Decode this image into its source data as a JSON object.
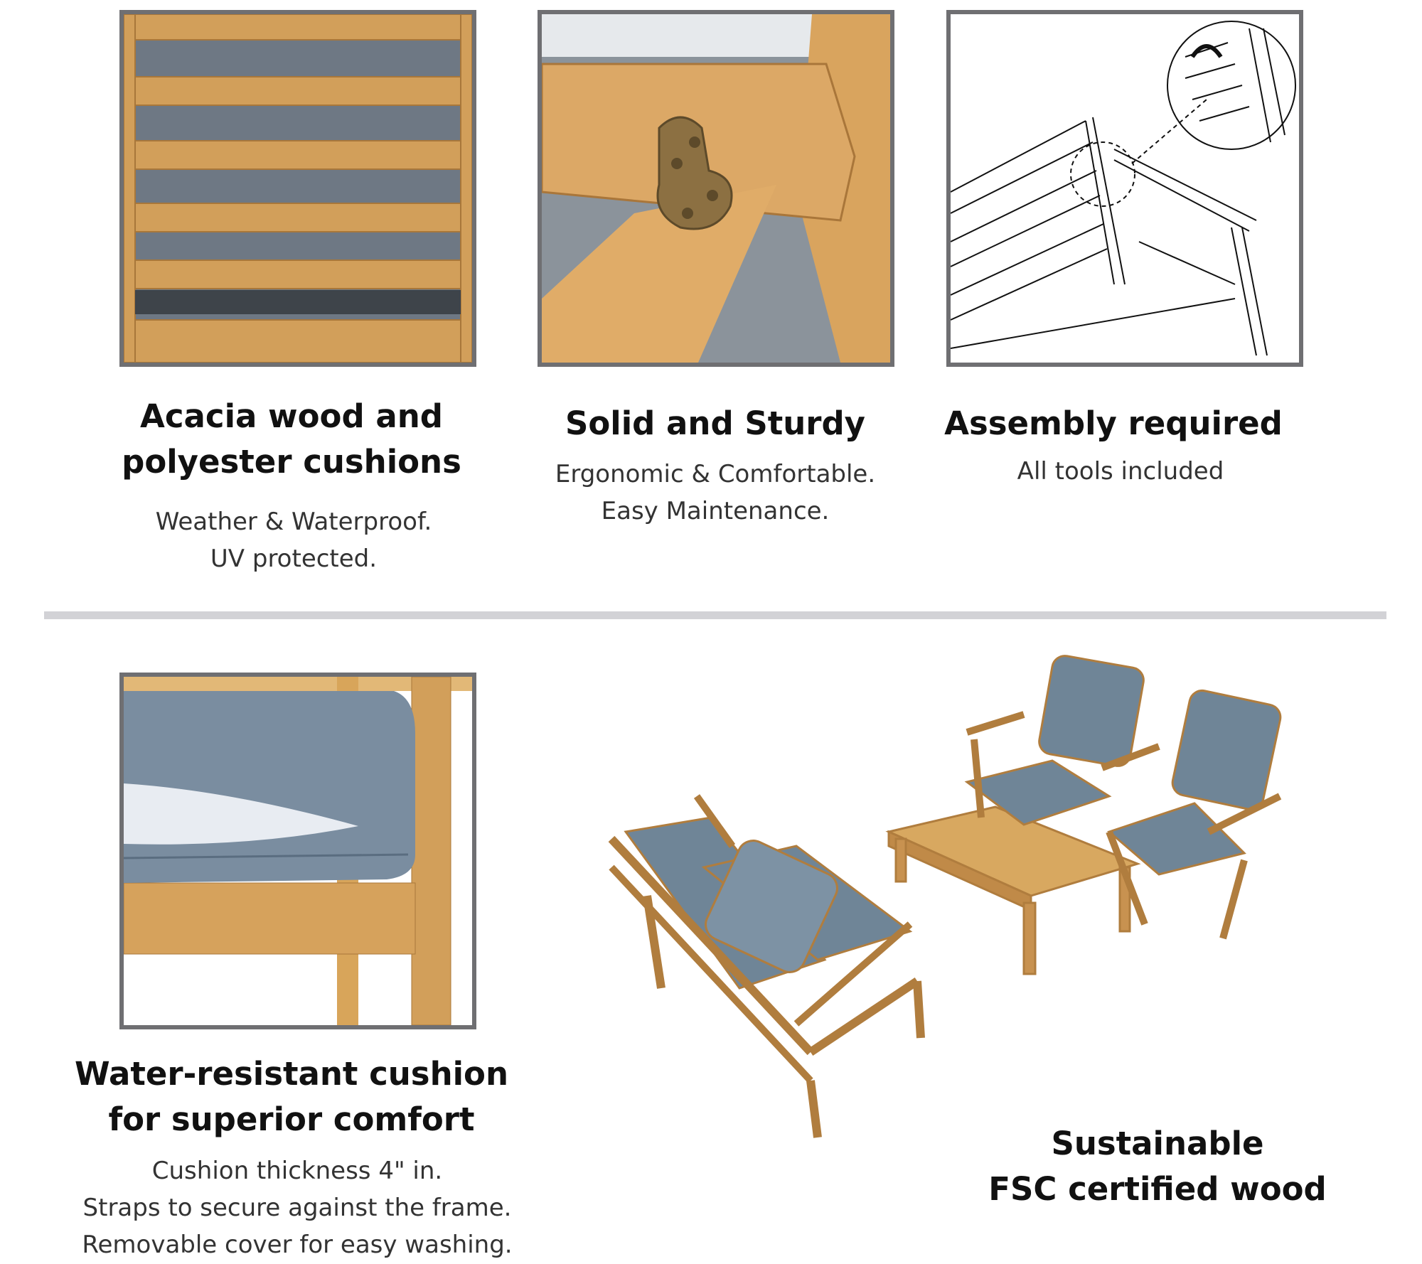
{
  "features": [
    {
      "title_lines": [
        "Acacia wood and",
        "polyester cushions"
      ],
      "sub_lines": [
        "Weather & Waterproof.",
        "UV protected."
      ]
    },
    {
      "title_lines": [
        "Solid and Sturdy"
      ],
      "sub_lines": [
        "Ergonomic & Comfortable.",
        "Easy Maintenance."
      ]
    },
    {
      "title_lines": [
        "Assembly required"
      ],
      "sub_lines": [
        "All tools included"
      ]
    },
    {
      "title_lines": [
        "Water-resistant cushion",
        "for superior comfort"
      ],
      "sub_lines": [
        "Cushion thickness 4\" in.",
        "Straps to secure against the frame.",
        "Removable cover for easy washing."
      ]
    },
    {
      "title_lines": [
        "Sustainable",
        "FSC certified wood"
      ],
      "sub_lines": []
    }
  ],
  "colors": {
    "wood": "#d8a55a",
    "cushion": "#6f8597",
    "frame_border": "#6f6f72",
    "divider": "#d2d2d6"
  }
}
